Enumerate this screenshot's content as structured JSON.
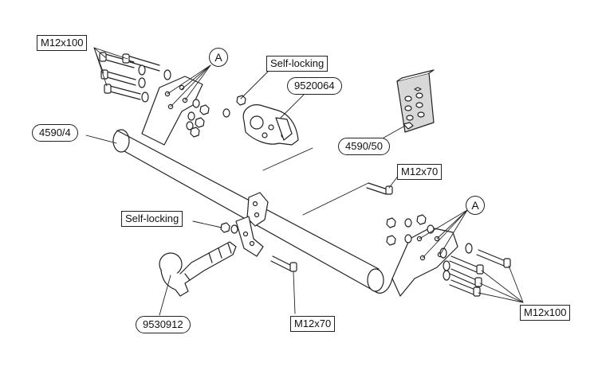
{
  "labels": {
    "m12x100_top": "M12x100",
    "marker_a_left": "A",
    "self_locking_top": "Self-locking",
    "part_9520064": "9520064",
    "part_4590_4": "4590/4",
    "part_4590_50": "4590/50",
    "m12x70_right": "M12x70",
    "marker_a_right": "A",
    "self_locking_bottom": "Self-locking",
    "m12x100_bottom": "M12x100",
    "part_9530912": "9530912",
    "m12x70_bottom": "M12x70"
  },
  "colors": {
    "line": "#222222",
    "fill": "#ffffff",
    "plate_shade": "#d8d8d8"
  }
}
